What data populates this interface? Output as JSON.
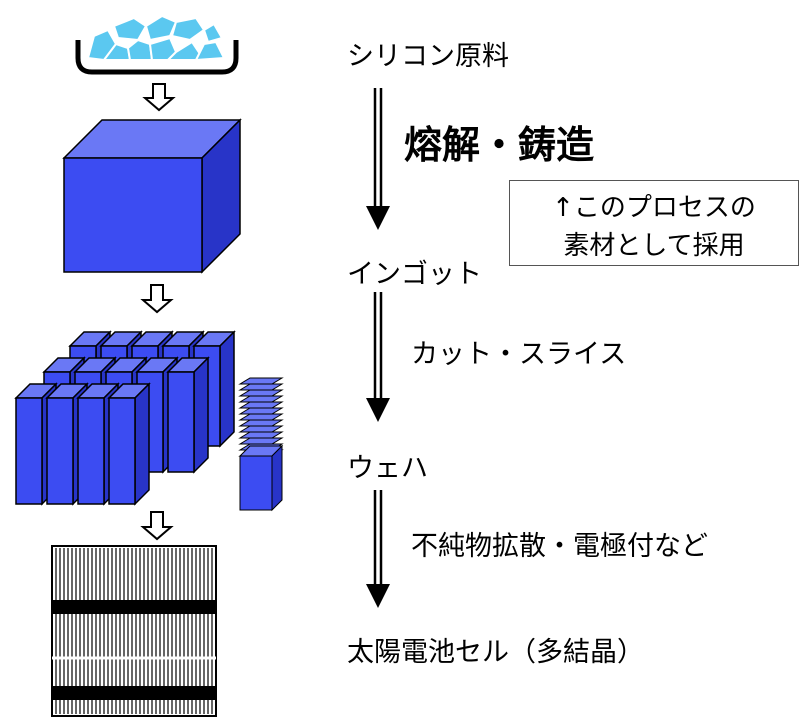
{
  "stages": [
    {
      "id": "raw",
      "label": "シリコン原料"
    },
    {
      "id": "ingot",
      "label": "インゴット"
    },
    {
      "id": "wafer",
      "label": "ウェハ"
    },
    {
      "id": "cell",
      "label": "太陽電池セル（多結晶）"
    }
  ],
  "processes": [
    {
      "label": "熔解・鋳造",
      "emphasis": true
    },
    {
      "label": "カット・スライス",
      "emphasis": false
    },
    {
      "label": "不純物拡散・電極付など",
      "emphasis": false
    }
  ],
  "note": {
    "lines": [
      "↑このプロセスの",
      "素材として採用"
    ]
  },
  "colors": {
    "block_front": "#3c4cf2",
    "block_top": "#6a78f5",
    "block_side": "#2834c8",
    "raw_material": "#5bc8f0",
    "stroke": "#000000"
  }
}
